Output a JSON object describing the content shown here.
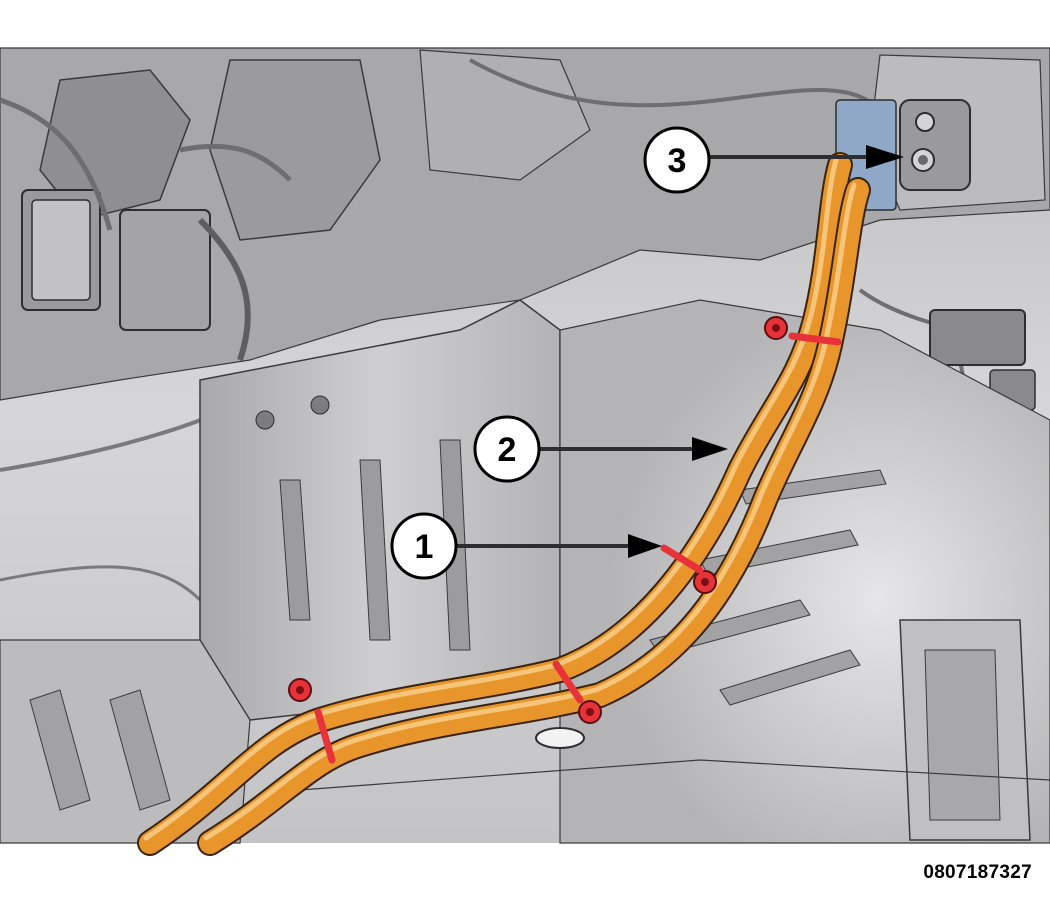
{
  "diagram": {
    "figure_id": "0807187327",
    "callouts": [
      {
        "number": "1",
        "target": "strap-clip"
      },
      {
        "number": "2",
        "target": "high-voltage-cable"
      },
      {
        "number": "3",
        "target": "terminal-connector"
      }
    ],
    "colors": {
      "cable": "#e8962c",
      "cable_highlight": "#f7c57a",
      "clip": "#e8323a",
      "background": "#cfcfd1",
      "floor": "#bdbdbf",
      "outline": "#3a3a3c",
      "terminal_plate": "#8fa8c8"
    }
  }
}
